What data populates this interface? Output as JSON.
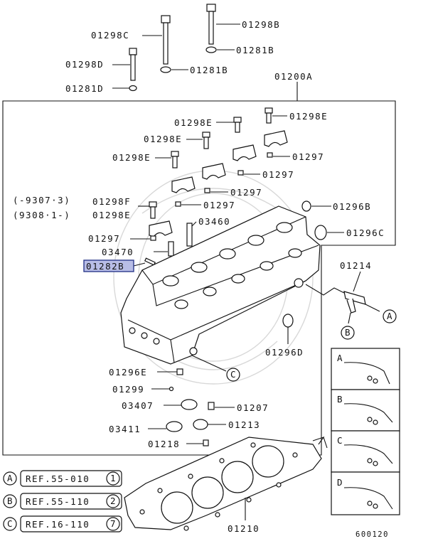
{
  "callouts": {
    "c01298C": "01298C",
    "c01298B_top": "01298B",
    "c01281B_top": "01281B",
    "c01298D": "01298D",
    "c01281B_mid": "01281B",
    "c01281D": "01281D",
    "c01200A": "01200A",
    "c01298E_1": "01298E",
    "c01298E_2": "01298E",
    "c01298E_3": "01298E",
    "c01298E_4": "01298E",
    "c01297_1": "01297",
    "c01297_2": "01297",
    "c01297_3": "01297",
    "c01297_4": "01297",
    "c01297_5": "01297",
    "c01298F": "01298F",
    "c01298E_5": "01298E",
    "range1": "(-9307·3)",
    "range2": "(9308·1-)",
    "c03460": "03460",
    "c03470": "03470",
    "c01282B": "01282B",
    "c01296B": "01296B",
    "c01296C": "01296C",
    "c01214": "01214",
    "c01296D": "01296D",
    "c01296E": "01296E",
    "c01299": "01299",
    "c03407": "03407",
    "c01207": "01207",
    "c03411": "03411",
    "c01213": "01213",
    "c01218": "01218",
    "c01210": "01210",
    "diagram_id": "600120"
  },
  "markers": {
    "a": "A",
    "b": "B",
    "c": "C"
  },
  "references": [
    {
      "letter": "A",
      "text": "REF.55-010",
      "num": "1"
    },
    {
      "letter": "B",
      "text": "REF.55-110",
      "num": "2"
    },
    {
      "letter": "C",
      "text": "REF.16-110",
      "num": "7"
    }
  ],
  "detail_panels": [
    "A",
    "B",
    "C",
    "D"
  ],
  "colors": {
    "highlight": "#b8bde6",
    "line": "#111111"
  }
}
